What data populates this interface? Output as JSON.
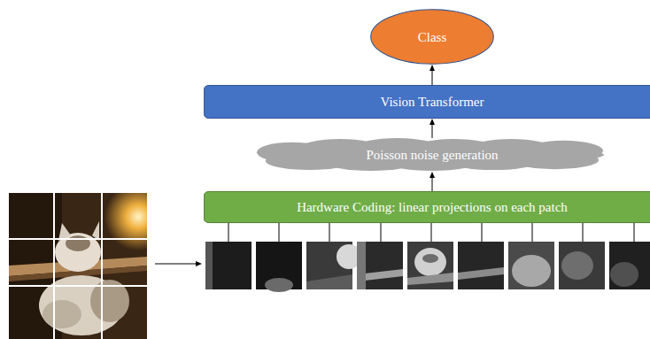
{
  "diagram": {
    "nodes": [
      {
        "text": [
          "Class"
        ]
      },
      {
        "text": [
          "Vision Transformer"
        ]
      },
      {
        "text": [
          "Poisson noise generation"
        ]
      },
      {
        "text": [
          "Hardware Coding: linear projections on each patch"
        ]
      }
    ],
    "edges": [
      {
        "from": 3,
        "to": 2,
        "arrow": "to"
      },
      {
        "from": 2,
        "to": 1,
        "arrow": "to"
      },
      {
        "from": 1,
        "to": 0,
        "arrow": "to"
      }
    ]
  }
}
